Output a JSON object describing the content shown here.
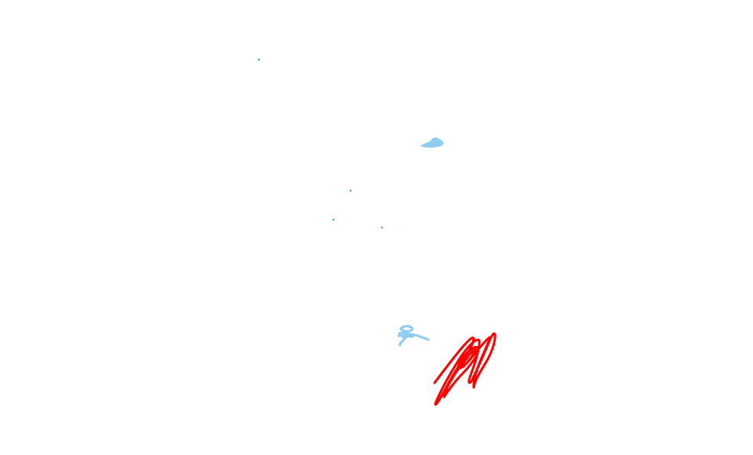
{
  "map": {
    "layers": [
      {
        "name": "water-bodies",
        "color": "#8ecbf0"
      },
      {
        "name": "point-features",
        "color": "#4a9fd4"
      },
      {
        "name": "highlighted-track",
        "color": "#ff0000"
      }
    ]
  }
}
